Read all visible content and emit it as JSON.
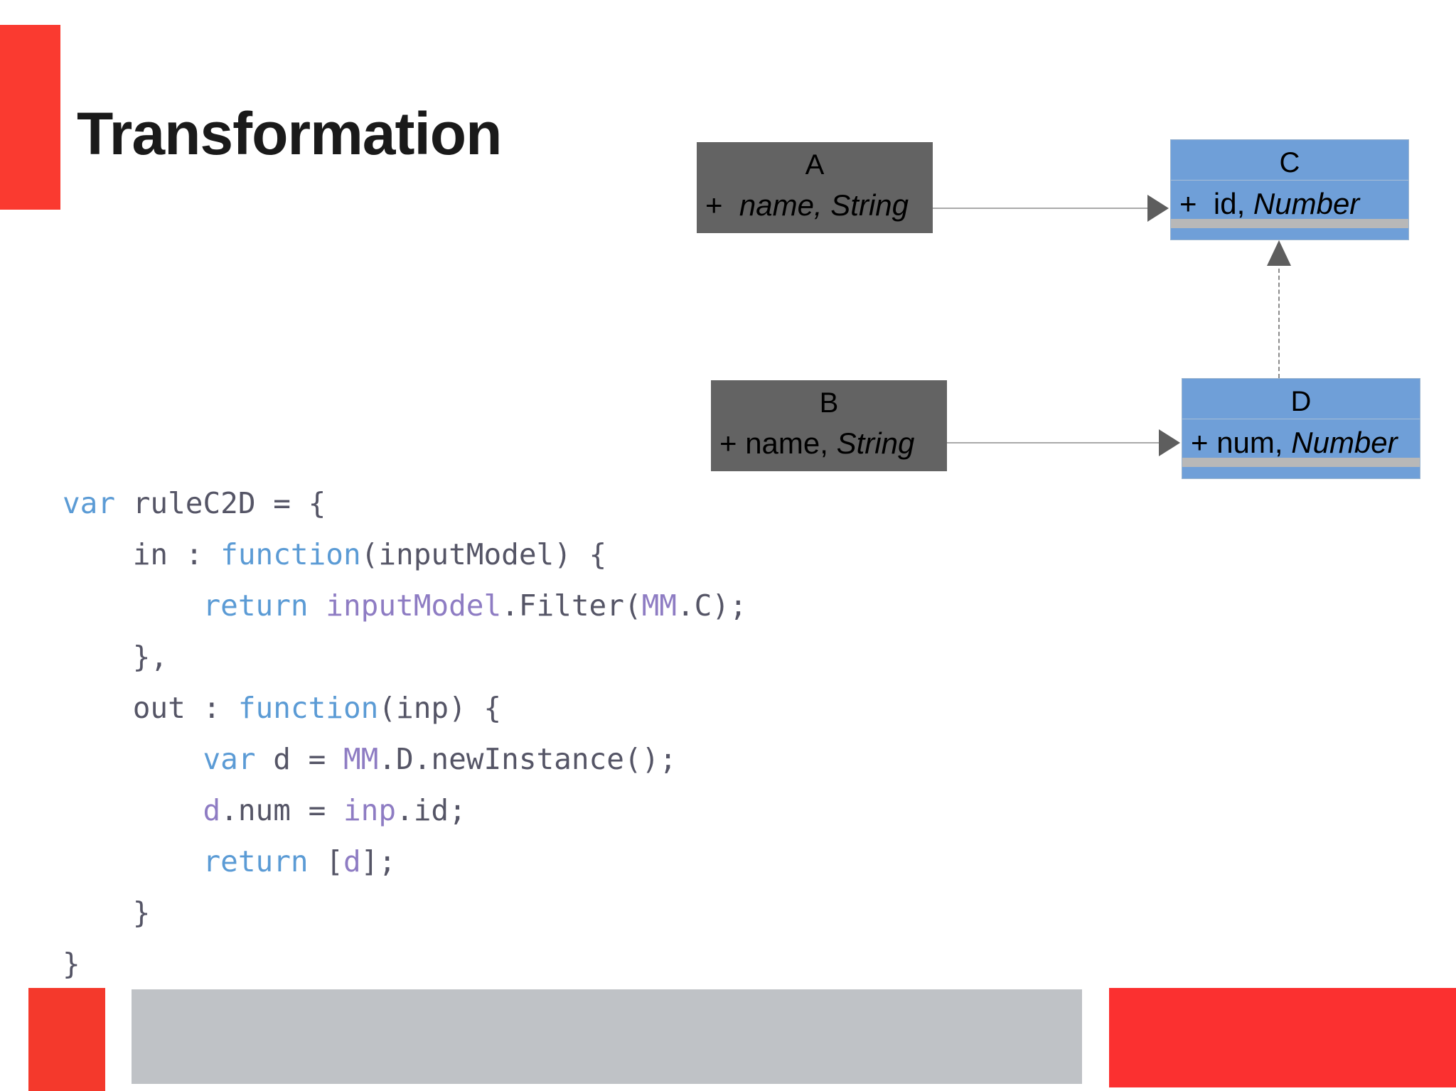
{
  "slide": {
    "title": "Transformation",
    "background_color": "#ffffff",
    "accent_red": "#fa3a30",
    "accent_gray": "#bfc2c6"
  },
  "diagram": {
    "source_box_color": "#636363",
    "target_box_color": "#6f9fd8",
    "boxes": [
      {
        "id": "A",
        "name": "A",
        "visibility": "+",
        "attribute": "name,",
        "type": "String",
        "kind": "source"
      },
      {
        "id": "B",
        "name": "B",
        "visibility": "+",
        "attribute": "name,",
        "type": "String",
        "kind": "source"
      },
      {
        "id": "C",
        "name": "C",
        "visibility": "+",
        "attribute": "id,",
        "type": "Number",
        "kind": "target"
      },
      {
        "id": "D",
        "name": "D",
        "visibility": "+",
        "attribute": "num,",
        "type": "Number",
        "kind": "target"
      }
    ],
    "edges": [
      {
        "from": "A",
        "to": "C",
        "style": "solid"
      },
      {
        "from": "B",
        "to": "D",
        "style": "solid"
      },
      {
        "from": "D",
        "to": "C",
        "style": "dashed"
      }
    ]
  },
  "code": {
    "language": "javascript",
    "lines": [
      [
        {
          "t": "var",
          "c": "kw"
        },
        {
          "t": " ruleC2D = {",
          "c": "plain"
        }
      ],
      [
        {
          "t": "    in : ",
          "c": "plain"
        },
        {
          "t": "function",
          "c": "kw"
        },
        {
          "t": "(inputModel) {",
          "c": "plain"
        }
      ],
      [
        {
          "t": "        ",
          "c": "plain"
        },
        {
          "t": "return",
          "c": "kw"
        },
        {
          "t": " ",
          "c": "plain"
        },
        {
          "t": "inputModel",
          "c": "var"
        },
        {
          "t": ".Filter(",
          "c": "plain"
        },
        {
          "t": "MM",
          "c": "var"
        },
        {
          "t": ".C);",
          "c": "plain"
        }
      ],
      [
        {
          "t": "    },",
          "c": "plain"
        }
      ],
      [
        {
          "t": "    out : ",
          "c": "plain"
        },
        {
          "t": "function",
          "c": "kw"
        },
        {
          "t": "(inp) {",
          "c": "plain"
        }
      ],
      [
        {
          "t": "        ",
          "c": "plain"
        },
        {
          "t": "var",
          "c": "kw"
        },
        {
          "t": " d = ",
          "c": "plain"
        },
        {
          "t": "MM",
          "c": "var"
        },
        {
          "t": ".D.newInstance();",
          "c": "plain"
        }
      ],
      [
        {
          "t": "        ",
          "c": "plain"
        },
        {
          "t": "d",
          "c": "var"
        },
        {
          "t": ".num = ",
          "c": "plain"
        },
        {
          "t": "inp",
          "c": "var"
        },
        {
          "t": ".id;",
          "c": "plain"
        }
      ],
      [
        {
          "t": "        ",
          "c": "plain"
        },
        {
          "t": "return",
          "c": "kw"
        },
        {
          "t": " [",
          "c": "plain"
        },
        {
          "t": "d",
          "c": "var"
        },
        {
          "t": "];",
          "c": "plain"
        }
      ],
      [
        {
          "t": "    }",
          "c": "plain"
        }
      ],
      [
        {
          "t": "}",
          "c": "plain"
        }
      ]
    ],
    "colors": {
      "keyword": "#5b9bd5",
      "variable": "#8e7cc3",
      "plain": "#555566"
    }
  }
}
